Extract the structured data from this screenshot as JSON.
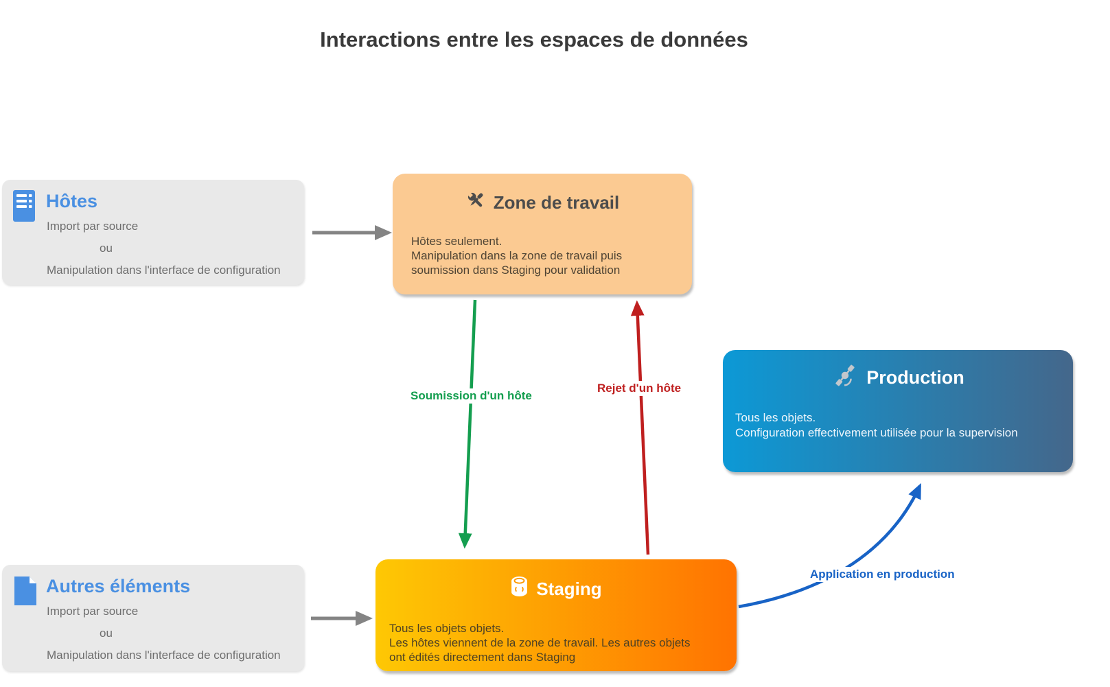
{
  "title": "Interactions entre les espaces de données",
  "nodes": {
    "hotes": {
      "title": "Hôtes",
      "icon": "server-icon",
      "lines": [
        "Import par source",
        "ou",
        "Manipulation dans l'interface de configuration"
      ]
    },
    "zone_de_travail": {
      "title": "Zone de travail",
      "icon": "tools-icon",
      "lines": [
        "Hôtes seulement.",
        "Manipulation dans la zone de travail puis",
        "soumission dans Staging pour validation"
      ]
    },
    "autres_elements": {
      "title": "Autres éléments",
      "icon": "document-icon",
      "lines": [
        "Import par source",
        "ou",
        "Manipulation dans l'interface de configuration"
      ]
    },
    "staging": {
      "title": "Staging",
      "icon": "database-icon",
      "lines": [
        "Tous les objets objets.",
        "Les hôtes viennent de la zone de travail. Les autres objets",
        "ont édités directement dans Staging"
      ]
    },
    "production": {
      "title": "Production",
      "icon": "satellite-icon",
      "lines": [
        "Tous les objets.",
        "Configuration effectivement utilisée pour la supervision"
      ]
    }
  },
  "edges": {
    "hotes_to_zone": {
      "label": "",
      "color": "#848484"
    },
    "autres_to_staging": {
      "label": "",
      "color": "#848484"
    },
    "soumission": {
      "label": "Soumission d'un hôte",
      "color": "#149e4f"
    },
    "rejet": {
      "label": "Rejet d'un hôte",
      "color": "#bf1f1f"
    },
    "application": {
      "label": "Application en production",
      "color": "#1863c6"
    }
  },
  "colors": {
    "accent_blue": "#4a90e2",
    "gray_box_bg": "#e9e9e9",
    "zone_bg": "#fbca92",
    "staging_gradient_start": "#fec804",
    "staging_gradient_end": "#ff7301",
    "production_gradient_start": "#0c99d6",
    "production_gradient_end": "#44678b",
    "title_text": "#3a3a3a",
    "body_gray_text": "#6e6e6e"
  }
}
